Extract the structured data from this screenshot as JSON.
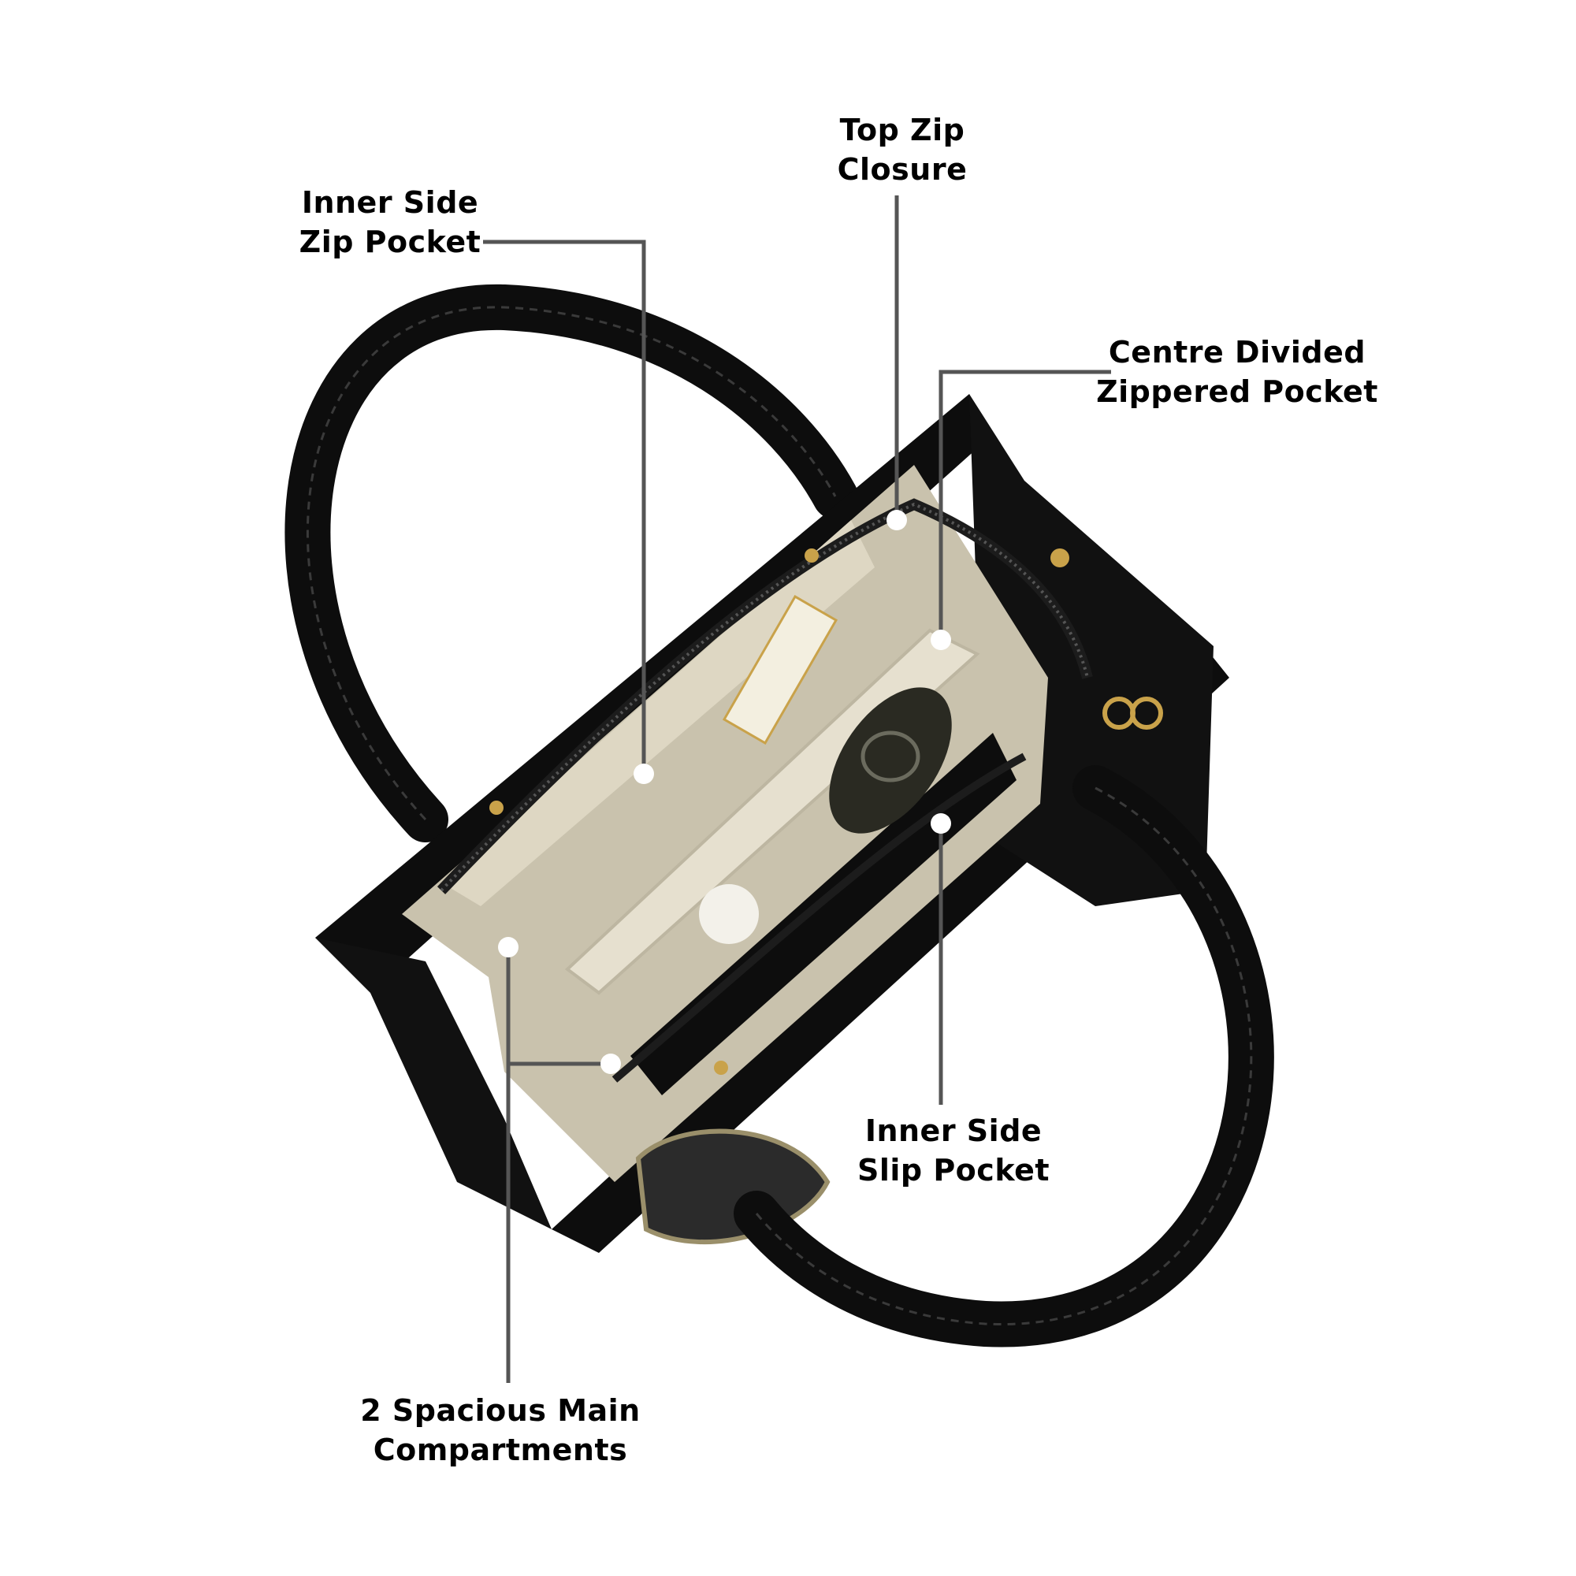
{
  "colors": {
    "leather": "#0d0d0d",
    "leather_highlight": "#3a3a3a",
    "lining": "#c9c2ad",
    "lining_light": "#e6e0cf",
    "hardware_gold": "#c9a24a",
    "leader_line": "#555555",
    "dot": "#ffffff"
  },
  "callouts": {
    "inner_side_zip_pocket": {
      "line1": "Inner Side",
      "line2": "Zip Pocket"
    },
    "top_zip_closure": {
      "line1": "Top Zip",
      "line2": "Closure"
    },
    "centre_divided_pocket": {
      "line1": "Centre Divided",
      "line2": "Zippered Pocket"
    },
    "inner_side_slip_pocket": {
      "line1": "Inner Side",
      "line2": "Slip Pocket"
    },
    "main_compartments": {
      "line1": "2 Spacious Main",
      "line2": "Compartments"
    }
  }
}
